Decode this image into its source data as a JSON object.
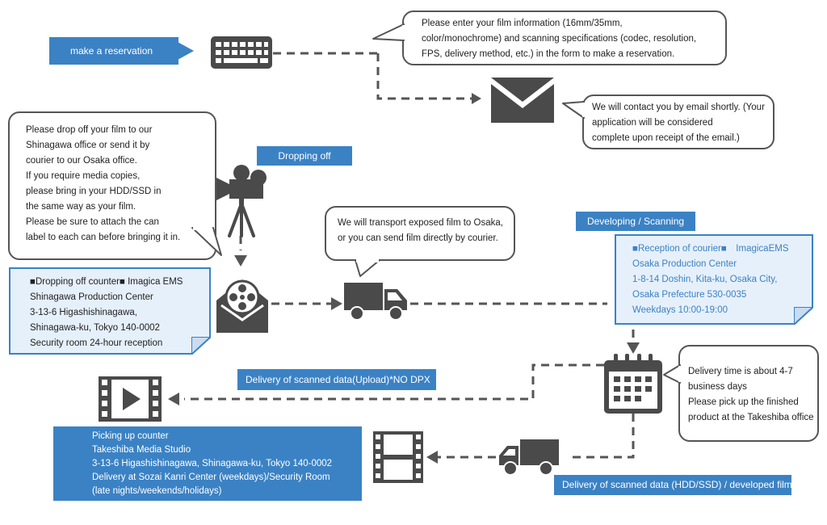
{
  "colors": {
    "accent": "#3b82c4",
    "icon": "#4a4a4a",
    "note_bg": "#e6f0fb"
  },
  "icons": [
    "keyboard-icon",
    "envelope-icon",
    "film-camera-icon",
    "film-reel-envelope-icon",
    "truck-icon",
    "calendar-icon",
    "video-play-icon",
    "film-strip-icon"
  ],
  "labels": {
    "make_reservation": "make a reservation",
    "dropping_off": "Dropping off",
    "developing_scanning": "Developing / Scanning",
    "delivery_upload": "Delivery of scanned data(Upload)*NO DPX",
    "delivery_hdd": "Delivery of scanned data (HDD/SSD) / developed film"
  },
  "bubbles": {
    "reservation": [
      "Please enter your film information (16mm/35mm,",
      "color/monochrome) and scanning specifications (codec, resolution,",
      "FPS, delivery method, etc.) in the form to make a reservation."
    ],
    "email": [
      "We will contact you by email shortly. (Your",
      "application will be considered",
      "complete upon receipt of the email.)"
    ],
    "dropoff": [
      "Please drop off your film to our",
      "Shinagawa office or send it by",
      "courier to our Osaka office.",
      "If you require media copies,",
      "please bring in your HDD/SSD in",
      "the same way as your film.",
      "Please be sure to attach the can",
      "label to each can before bringing it in."
    ],
    "transport": [
      "We will transport exposed film to Osaka,",
      "or you can send film directly by courier."
    ],
    "delivery_time": [
      "Delivery time is about 4-7",
      "business days",
      "Please pick up the finished",
      "product at the Takeshiba office"
    ]
  },
  "notes": {
    "shinagawa": [
      "■Dropping off counter■ Imagica EMS",
      "Shinagawa Production Center",
      "3-13-6 Higashishinagawa,",
      "Shinagawa-ku, Tokyo 140-0002",
      "Security room 24-hour reception"
    ],
    "osaka": [
      "■Reception of courier■　ImagicaEMS",
      "Osaka Production Center",
      "1-8-14 Doshin, Kita-ku, Osaka City,",
      "Osaka Prefecture 530-0035",
      "Weekdays 10:00-19:00"
    ]
  },
  "pickup": [
    "Picking up counter",
    "Takeshiba Media Studio",
    "3-13-6 Higashishinagawa, Shinagawa-ku, Tokyo 140-0002",
    "Delivery at Sozai Kanri Center (weekdays)/Security Room",
    "(late nights/weekends/holidays)"
  ]
}
